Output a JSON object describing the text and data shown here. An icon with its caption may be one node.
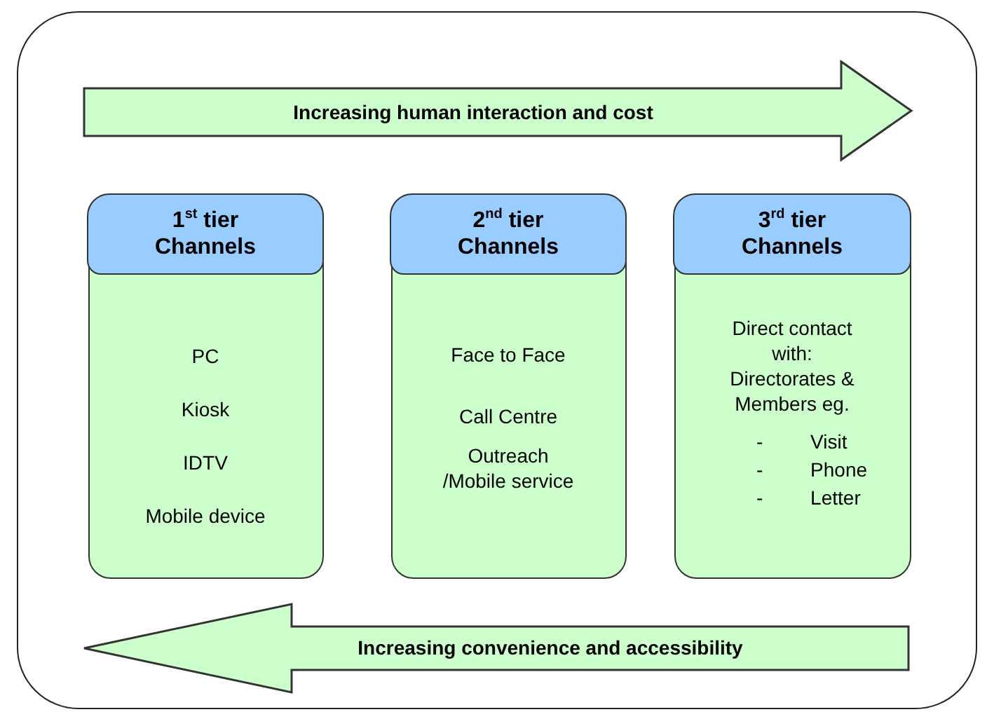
{
  "diagram": {
    "nodes": [
      {
        "text": [],
        "shape": "box"
      },
      {
        "text": [
          "Increasing human interaction and cost"
        ],
        "in": 0
      },
      {
        "text": [
          "1$^{st}$ tier Channels",
          "PC",
          "Kiosk",
          "IDTV",
          "Mobile device"
        ],
        "in": 0
      },
      {
        "text": [
          "2$^{nd}$ tier Channels",
          "Face to Face",
          "Call Centre",
          "Outreach /Mobile service"
        ],
        "in": 0
      },
      {
        "text": [
          "3$^{rd}$ tier Channels",
          "Direct contact with: Directorates & Members eg.",
          "- Visit",
          "- Phone",
          "- Letter"
        ],
        "in": 0
      },
      {
        "text": [
          "Increasing convenience and accessibility"
        ],
        "in": 0
      }
    ],
    "edges": []
  }
}
